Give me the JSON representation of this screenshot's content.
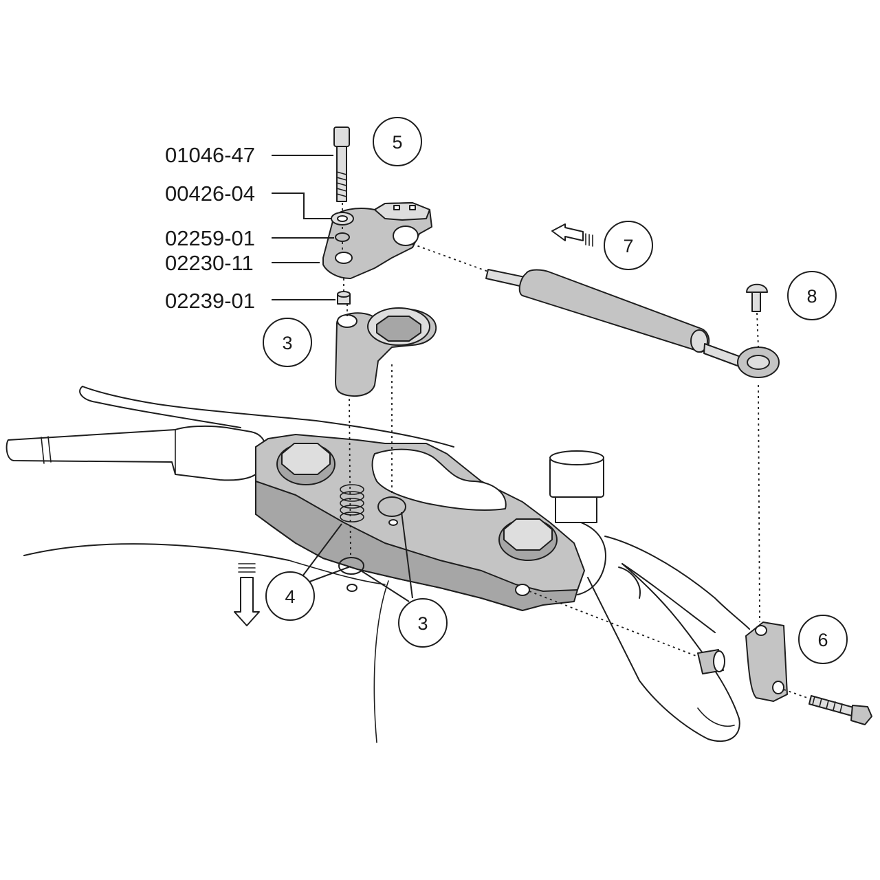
{
  "part_numbers": {
    "p01046_47": "01046-47",
    "p00426_04": "00426-04",
    "p02259_01": "02259-01",
    "p02230_11": "02230-11",
    "p02239_01": "02239-01"
  },
  "callouts": {
    "c5": "5",
    "c7": "7",
    "c8": "8",
    "c3_upper": "3",
    "c4": "4",
    "c3_lower": "3",
    "c6": "6"
  },
  "icons": {
    "direction_arrow_left": "arrow-left-icon",
    "direction_arrow_down": "arrow-down-icon"
  },
  "colors": {
    "line": "#1e1e1e",
    "part_fill": "#c4c4c4",
    "background": "#ffffff"
  }
}
